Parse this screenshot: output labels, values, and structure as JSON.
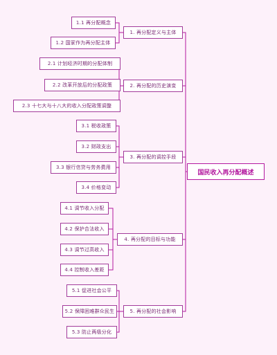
{
  "root": {
    "label": "国民收入再分配概述"
  },
  "branches": [
    {
      "label": "1. 再分配定义与主体",
      "children": [
        "1.1 再分配概念",
        "1.2 国家作为再分配主体"
      ]
    },
    {
      "label": "2. 再分配的历史演变",
      "children": [
        "2.1 计划经济时期的分配体制",
        "2.2 改革开放后的分配政策",
        "2.3 十七大与十八大的收入分配政策调整"
      ]
    },
    {
      "label": "3. 再分配的调控手段",
      "children": [
        "3.1 税收政策",
        "3.2 财政支出",
        "3.3 银行信贷与劳务费用",
        "3.4 价格变动"
      ]
    },
    {
      "label": "4. 再分配的目标与功能",
      "children": [
        "4.1 调节收入分配",
        "4.2 保护合法收入",
        "4.3 调节过高收入",
        "4.4 控制收入差距"
      ]
    },
    {
      "label": "5. 再分配的社会影响",
      "children": [
        "5.1 促进社会公平",
        "5.2 保障困难群众民生",
        "5.3 防止两极分化"
      ]
    }
  ],
  "colors": {
    "background": "#fdf1fa",
    "line": "#b3189f",
    "border": "#a23a9a",
    "text": "#7a2a74",
    "root_text": "#b3189f"
  }
}
